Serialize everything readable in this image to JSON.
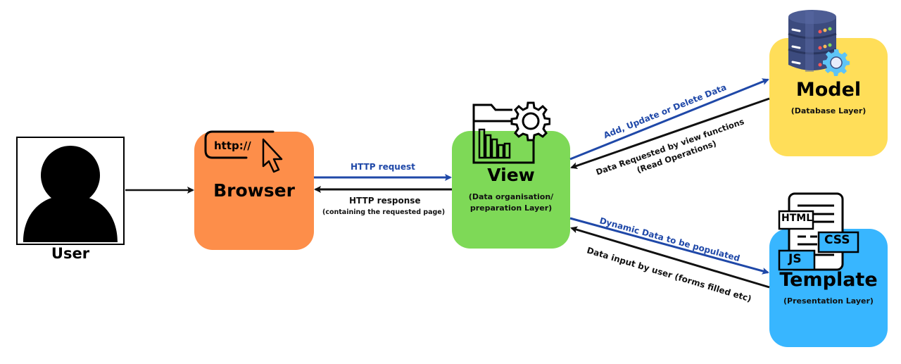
{
  "nodes": {
    "user": {
      "label": "User",
      "icon": "user-silhouette-icon"
    },
    "browser": {
      "label": "Browser",
      "icon_text": "http://",
      "icon": "browser-url-cursor-icon",
      "color": "#fd8e4a"
    },
    "view": {
      "label": "View",
      "sub_line1": "(Data organisation/",
      "sub_line2": "preparation Layer)",
      "icon": "folder-chart-gear-icon",
      "color": "#7ed957"
    },
    "model": {
      "label": "Model",
      "sub": "(Database Layer)",
      "icon": "database-gear-icon",
      "color": "#ffde59"
    },
    "template": {
      "label": "Template",
      "sub": "(Presentation Layer)",
      "icon": "html-css-js-document-icon",
      "icon_tags": [
        "HTML",
        "CSS",
        "JS"
      ],
      "color": "#38b6ff"
    }
  },
  "edges": {
    "http_request": "HTTP request",
    "http_response": "HTTP response",
    "http_response_sub": "(containing the requested page)",
    "view_to_model": "Add, Update or Delete Data",
    "model_to_view_line1": "Data Requested by view functions",
    "model_to_view_line2": "(Read Operations)",
    "view_to_template": "Dynamic Data to be populated",
    "template_to_view": "Data input by user (forms filled etc)"
  },
  "colors": {
    "blue_arrow": "#1f48a8",
    "black_arrow": "#111111"
  }
}
